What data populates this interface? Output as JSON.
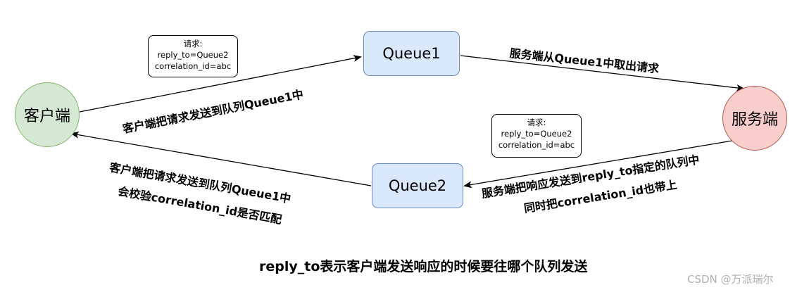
{
  "nodes": {
    "client": "客户端",
    "server": "服务端",
    "queue1": "Queue1",
    "queue2": "Queue2"
  },
  "notes": {
    "top": [
      "请求:",
      "reply_to=Queue2",
      "correlation_id=abc"
    ],
    "right": [
      "请求:",
      "reply_to=Queue2",
      "correlation_id=abc"
    ]
  },
  "labels": {
    "client_to_queue1": "客户端把请求发送到队列Queue1中",
    "server_from_queue1": "服务端从Queue1中取出请求",
    "server_to_queue2_line1": "服务端把响应发送到reply_to指定的队列中",
    "server_to_queue2_line2": "同时把correlation_id也带上",
    "queue2_to_client_line1": "客户端把请求发送到队列Queue1中",
    "queue2_to_client_line2": "会校验correlation_id是否匹配"
  },
  "footer": "reply_to表示客户端发送响应的时候要往哪个队列发送",
  "watermark": "CSDN @万派瑞尔",
  "colors": {
    "client_fill": "#d5e8d4",
    "client_stroke": "#82b366",
    "server_fill": "#f8cecc",
    "server_stroke": "#b85450",
    "queue_fill": "#dae8fc",
    "queue_stroke": "#6c8ebf"
  }
}
